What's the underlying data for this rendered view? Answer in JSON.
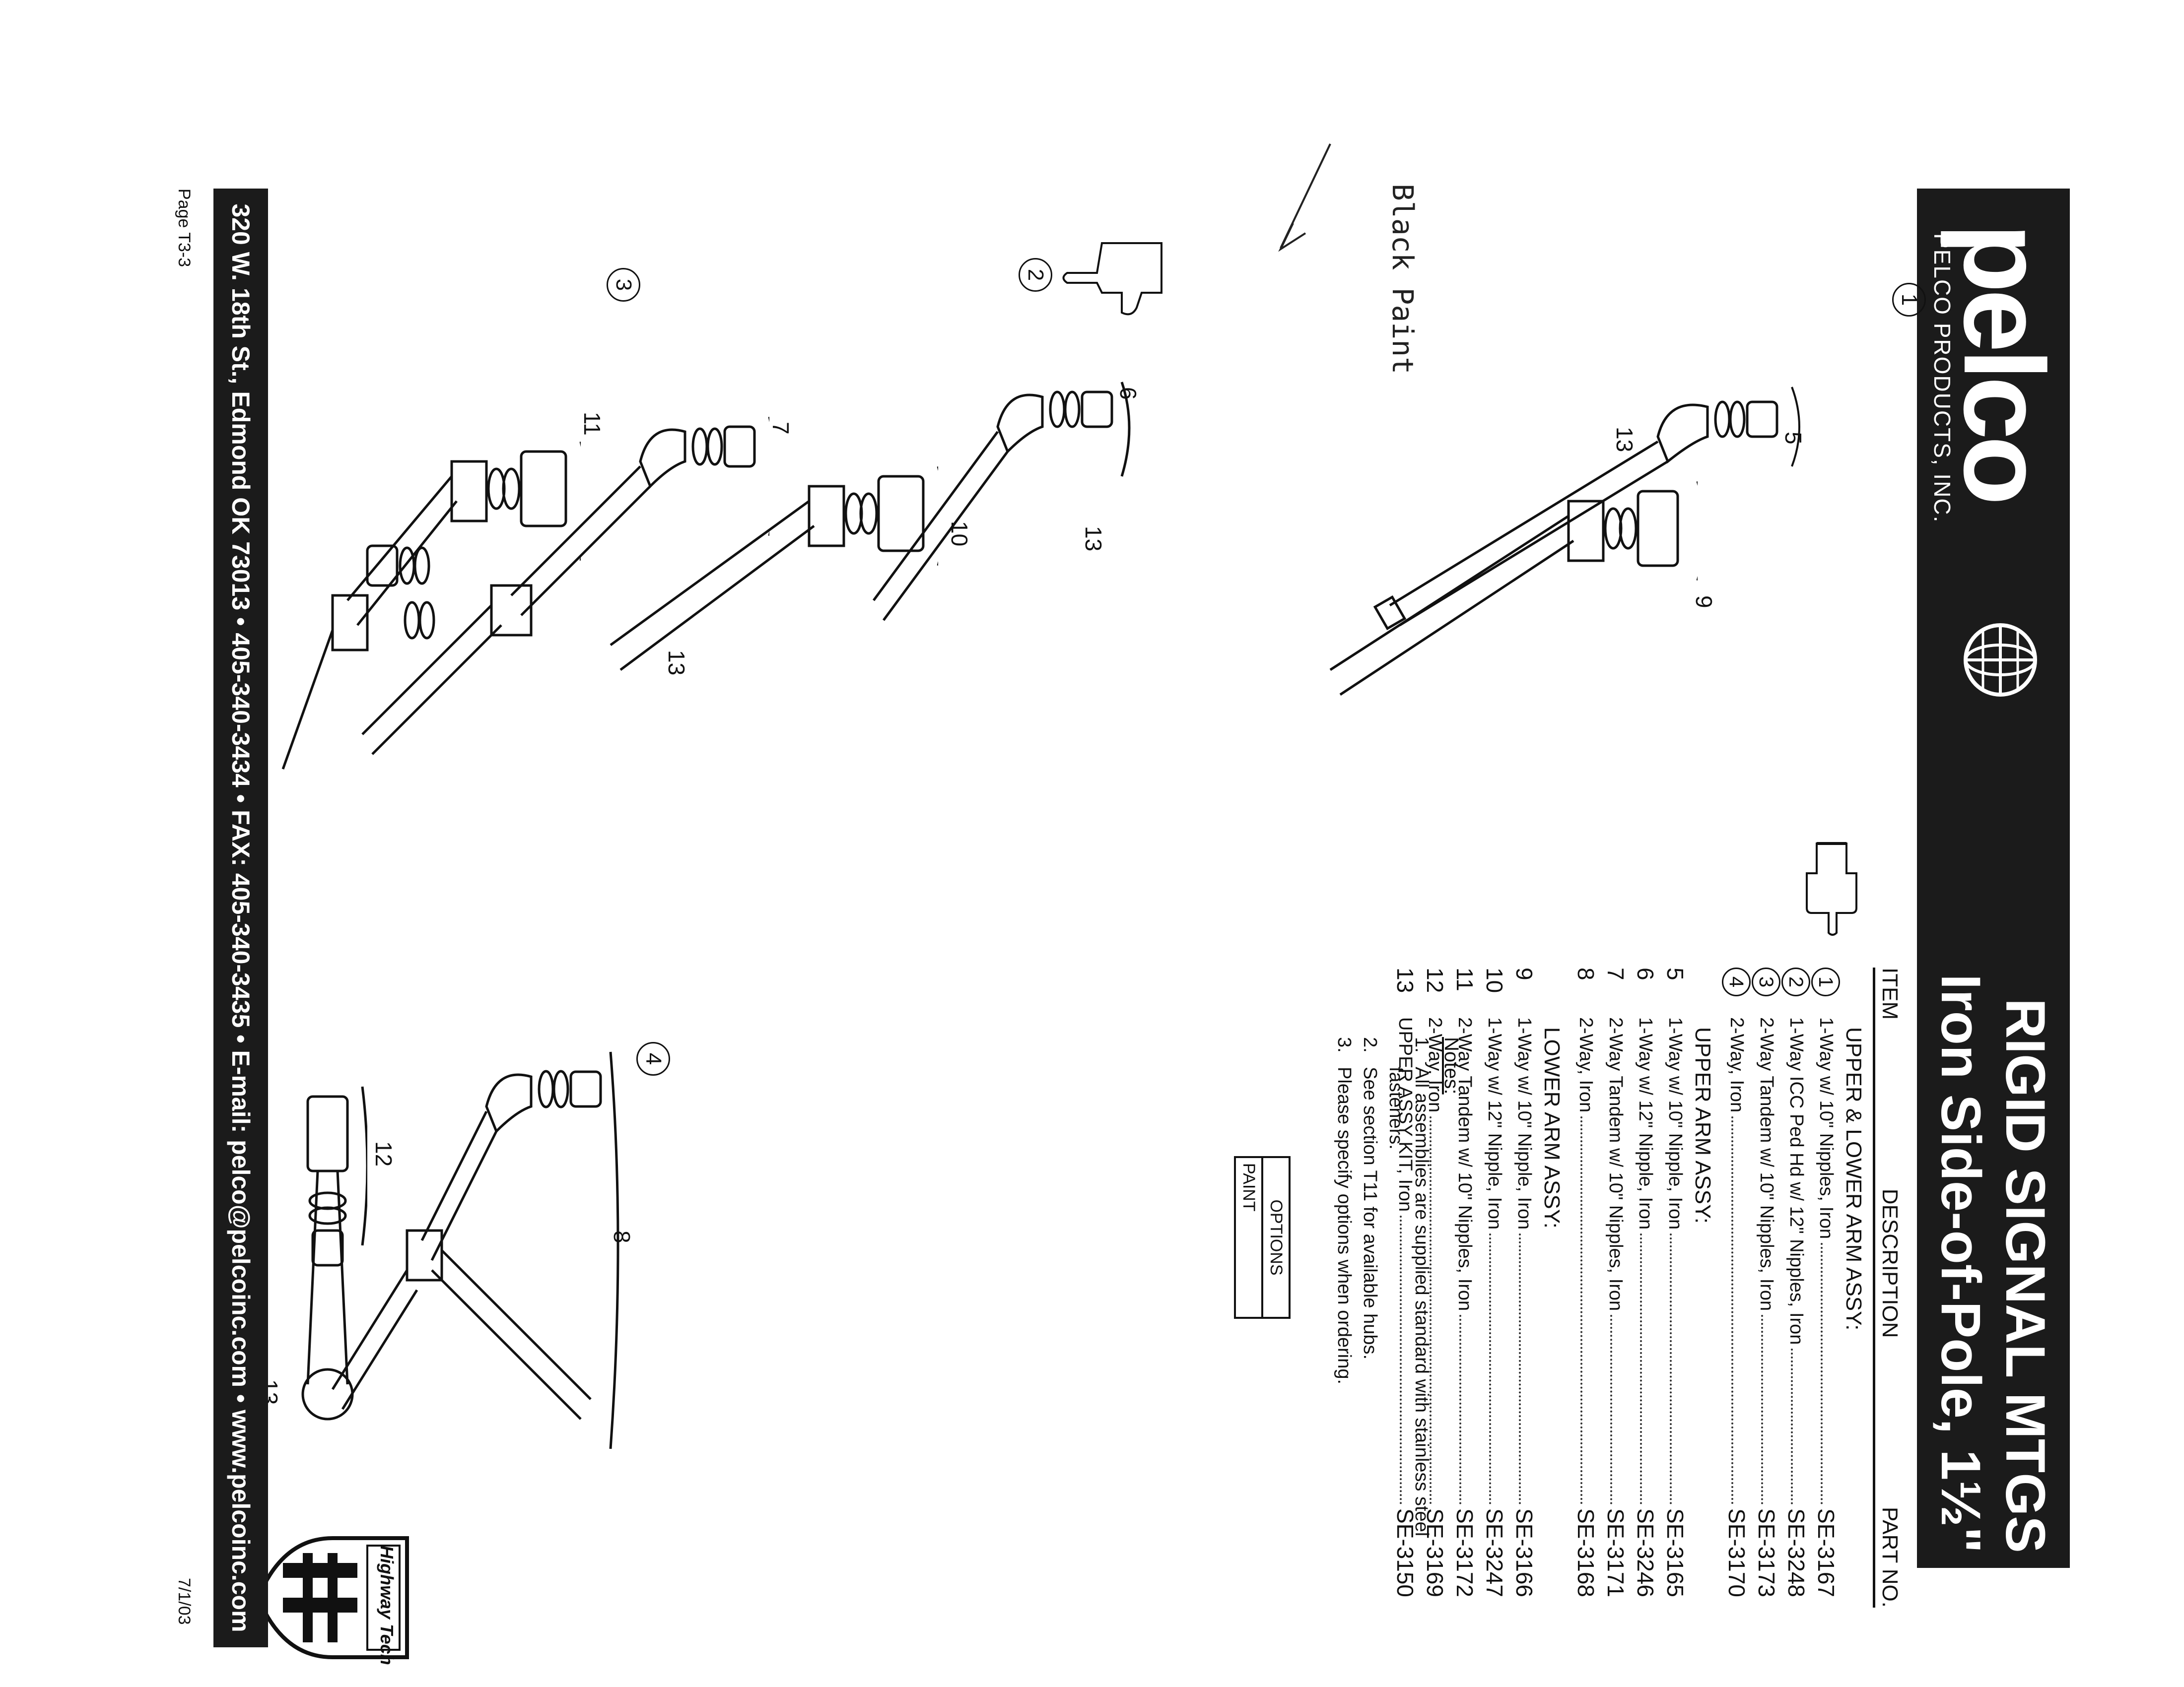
{
  "header": {
    "logo_word": "pelco",
    "logo_sub": "PELCO PRODUCTS, INC.",
    "title_line1": "RIGID SIGNAL MTGS",
    "title_line2": "Iron Side-of-Pole, 1½\""
  },
  "table": {
    "col_item": "ITEM",
    "col_desc": "DESCRIPTION",
    "col_part": "PART NO.",
    "sections": [
      {
        "title": "UPPER & LOWER ARM ASSY:",
        "rows": [
          {
            "item": "1",
            "circled": true,
            "desc": "1-Way w/ 10\" Nipples, Iron",
            "part": "SE-3167"
          },
          {
            "item": "2",
            "circled": true,
            "desc": "1-Way ICC Ped Hd w/ 12\" Nipples, Iron",
            "part": "SE-3248"
          },
          {
            "item": "3",
            "circled": true,
            "desc": "2-Way Tandem w/ 10\" Nipples, Iron",
            "part": "SE-3173"
          },
          {
            "item": "4",
            "circled": true,
            "desc": "2-Way, Iron",
            "part": "SE-3170"
          }
        ]
      },
      {
        "title": "UPPER ARM ASSY:",
        "rows": [
          {
            "item": "5",
            "circled": false,
            "desc": "1-Way w/ 10\" Nipple, Iron",
            "part": "SE-3165"
          },
          {
            "item": "6",
            "circled": false,
            "desc": "1-Way w/ 12\" Nipple, Iron",
            "part": "SE-3246"
          },
          {
            "item": "7",
            "circled": false,
            "desc": "2-Way Tandem w/ 10\" Nipples, Iron",
            "part": "SE-3171"
          },
          {
            "item": "8",
            "circled": false,
            "desc": "2-Way, Iron",
            "part": "SE-3168"
          }
        ]
      },
      {
        "title": "LOWER ARM ASSY:",
        "rows": [
          {
            "item": "9",
            "circled": false,
            "desc": "1-Way w/ 10\" Nipple, Iron",
            "part": "SE-3166"
          },
          {
            "item": "10",
            "circled": false,
            "desc": "1-Way w/ 12\" Nipple, Iron",
            "part": "SE-3247"
          },
          {
            "item": "11",
            "circled": false,
            "desc": "2-Way Tandem w/ 10\" Nipples, Iron",
            "part": "SE-3172"
          },
          {
            "item": "12",
            "circled": false,
            "desc": "2-Way, Iron",
            "part": "SE-3169"
          },
          {
            "item": "13",
            "circled": false,
            "desc": "UPPER ASSY KIT, Iron",
            "part": "SE-3150"
          }
        ]
      }
    ]
  },
  "notes": {
    "title": "Notes:",
    "items": [
      {
        "n": "1.",
        "text": "All assemblies are supplied standard with stainless steel fasteners."
      },
      {
        "n": "2.",
        "text": "See section T11 for available hubs."
      },
      {
        "n": "3.",
        "text": "Please specify options when ordering."
      }
    ]
  },
  "options": {
    "title": "OPTIONS",
    "item": "PAINT"
  },
  "drawings": {
    "assy_numbers": [
      "1",
      "2",
      "3",
      "4"
    ],
    "labels": {
      "l5": "5",
      "l9": "9",
      "l6": "6",
      "l10": "10",
      "l7": "7",
      "l11": "11",
      "l8": "8",
      "l12": "12",
      "l13a": "13",
      "l13b": "13",
      "l13c": "13",
      "l13d": "13"
    }
  },
  "handwritten_note": "Black Paint",
  "highway_tech_logo_text": "Highway Tech",
  "footer": {
    "address": "320 W. 18th St., Edmond OK 73013 • 405-340-3434 • FAX: 405-340-3435 • E-mail: pelco@pelcoinc.com • www.pelcoinc.com",
    "date": "7/1/03",
    "page": "Page T3-3"
  },
  "colors": {
    "band": "#1b1b1b",
    "ink": "#111111",
    "paper": "#ffffff"
  }
}
